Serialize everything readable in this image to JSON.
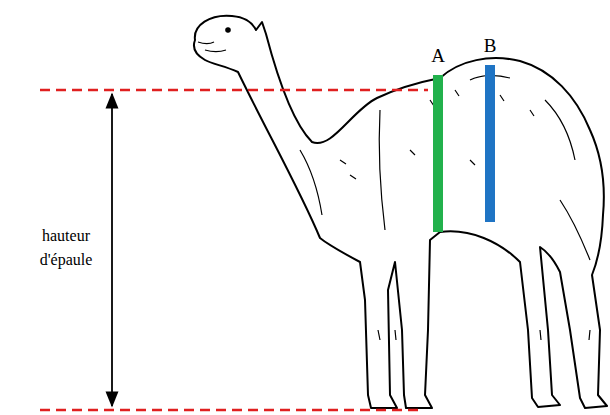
{
  "diagram": {
    "labels": [
      "A",
      "B",
      "hauteur d'épaule"
    ]
  }
}
